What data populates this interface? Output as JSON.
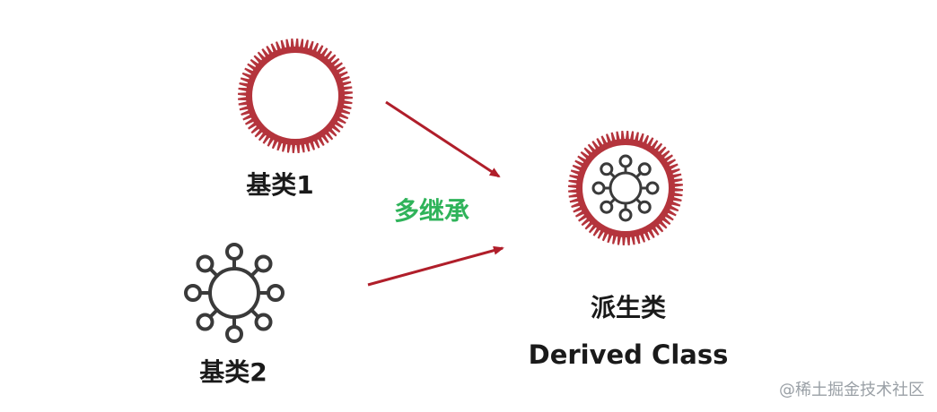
{
  "nodes": {
    "base1": {
      "label": "基类1"
    },
    "base2": {
      "label": "基类2"
    },
    "derived": {
      "label": "派生类",
      "sublabel": "Derived Class"
    }
  },
  "edge_label": "多继承",
  "watermark": "@稀土掘金技术社区",
  "colors": {
    "gear": "#b4343c",
    "arrow": "#b01e2a",
    "edge_label": "#2fb35a",
    "icon": "#3a3a3a",
    "text": "#1a1a1a",
    "watermark": "#9aa0a6"
  },
  "icons": [
    "gear-ring-icon",
    "virus-icon"
  ]
}
